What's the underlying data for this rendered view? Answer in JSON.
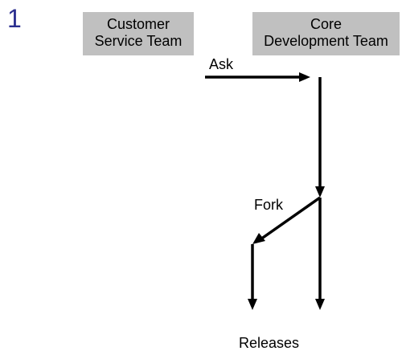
{
  "slide": {
    "number": "1"
  },
  "teams": {
    "customer_service": {
      "line1": "Customer",
      "line2": "Service Team"
    },
    "core_development": {
      "line1": "Core",
      "line2": "Development Team"
    }
  },
  "labels": {
    "ask": "Ask",
    "fork": "Fork",
    "releases": "Releases"
  },
  "colors": {
    "box_fill": "#c0c0c0",
    "slide_number": "#2b2f8f",
    "arrow": "#000000"
  }
}
